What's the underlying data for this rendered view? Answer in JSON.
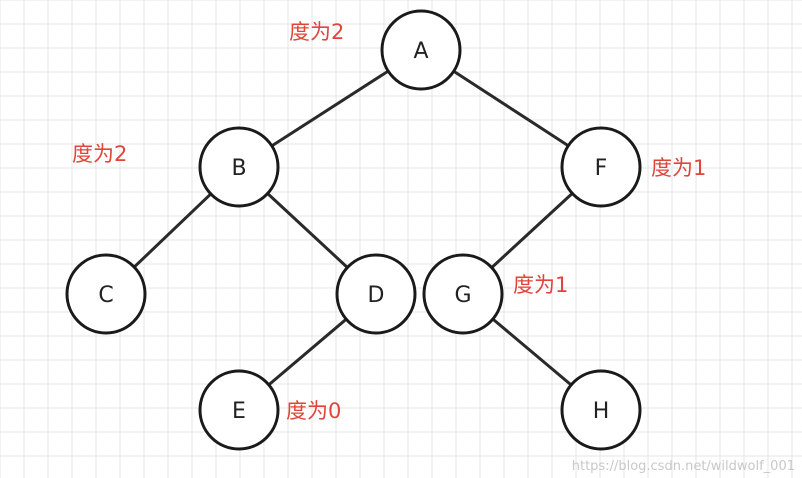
{
  "diagram": {
    "type": "binary-tree",
    "colors": {
      "background": "#ffffff",
      "grid": "#e6e6e6",
      "node_stroke": "#1a1a1a",
      "edge": "#2a2a2a",
      "annotation": "#e0443a",
      "watermark": "#c8c8c8"
    },
    "nodes": [
      {
        "id": "A",
        "label": "A"
      },
      {
        "id": "B",
        "label": "B"
      },
      {
        "id": "F",
        "label": "F"
      },
      {
        "id": "C",
        "label": "C"
      },
      {
        "id": "D",
        "label": "D"
      },
      {
        "id": "G",
        "label": "G"
      },
      {
        "id": "E",
        "label": "E"
      },
      {
        "id": "H",
        "label": "H"
      }
    ],
    "edges": [
      {
        "from": "A",
        "to": "B"
      },
      {
        "from": "A",
        "to": "F"
      },
      {
        "from": "B",
        "to": "C"
      },
      {
        "from": "B",
        "to": "D"
      },
      {
        "from": "F",
        "to": "G"
      },
      {
        "from": "D",
        "to": "E"
      },
      {
        "from": "G",
        "to": "H"
      }
    ],
    "annotations": [
      {
        "target": "A",
        "text": "度为2"
      },
      {
        "target": "B",
        "text": "度为2"
      },
      {
        "target": "F",
        "text": "度为1"
      },
      {
        "target": "G",
        "text": "度为1"
      },
      {
        "target": "E",
        "text": "度为0"
      }
    ]
  },
  "watermark": {
    "text": "https://blog.csdn.net/wildwolf_001"
  }
}
